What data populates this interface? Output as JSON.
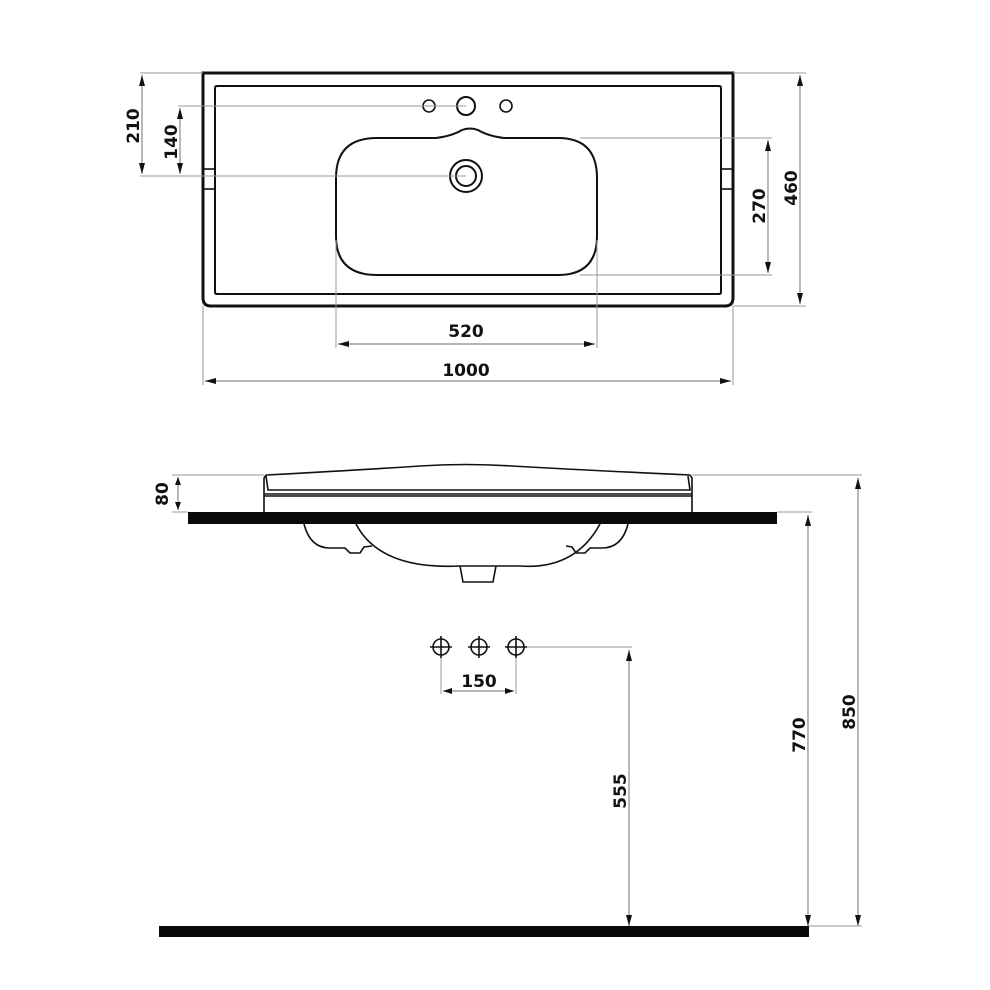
{
  "drawing": {
    "subject": "Vanity washbasin technical drawing",
    "top_view": {
      "dimensions": {
        "overall_width": "1000",
        "bowl_width": "520",
        "overall_depth": "460",
        "bowl_depth": "270",
        "back_to_drain": "210",
        "taphole_to_drain": "140"
      },
      "tap_holes": 3
    },
    "side_view": {
      "dimensions": {
        "rim_height": "80",
        "tap_spacing": "150",
        "tap_height": "555",
        "counter_height": "770",
        "rim_top_height": "850"
      },
      "tap_connections": 3
    },
    "colors": {
      "line": "#111111",
      "dimension": "#8a8a8a",
      "slab": "#0a0a0a",
      "background": "#ffffff"
    }
  }
}
